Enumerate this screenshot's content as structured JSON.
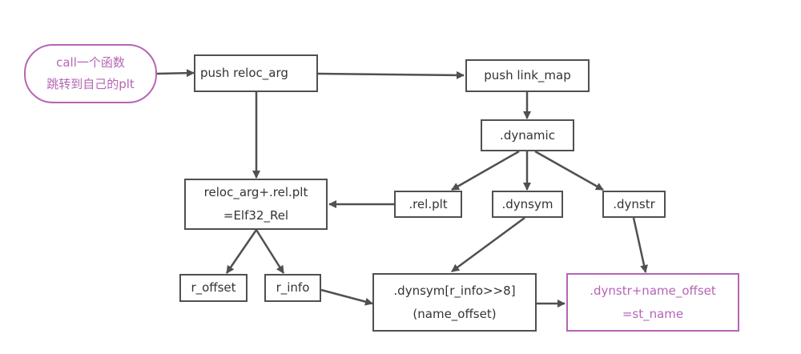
{
  "colors": {
    "edge": "#505050",
    "box_border": "#505050",
    "highlight": "#b565b5",
    "text": "#333333"
  },
  "nodes": {
    "start": {
      "line1": "call一个函数",
      "line2": "跳转到自己的plt"
    },
    "push_reloc": {
      "label": "push  reloc_arg"
    },
    "push_linkmap": {
      "label": "push  link_map"
    },
    "dynamic": {
      "label": ".dynamic"
    },
    "relplt": {
      "label": ".rel.plt"
    },
    "dynsym": {
      "label": ".dynsym"
    },
    "dynstr": {
      "label": ".dynstr"
    },
    "reloc_calc": {
      "line1": "reloc_arg+.rel.plt",
      "line2": "=Elf32_Rel"
    },
    "r_offset": {
      "label": "r_offset"
    },
    "r_info": {
      "label": "r_info"
    },
    "dynsym_index": {
      "line1": ".dynsym[r_info>>8]",
      "line2": "(name_offset)"
    },
    "st_name": {
      "line1": ".dynstr+name_offset",
      "line2": "=st_name"
    }
  }
}
